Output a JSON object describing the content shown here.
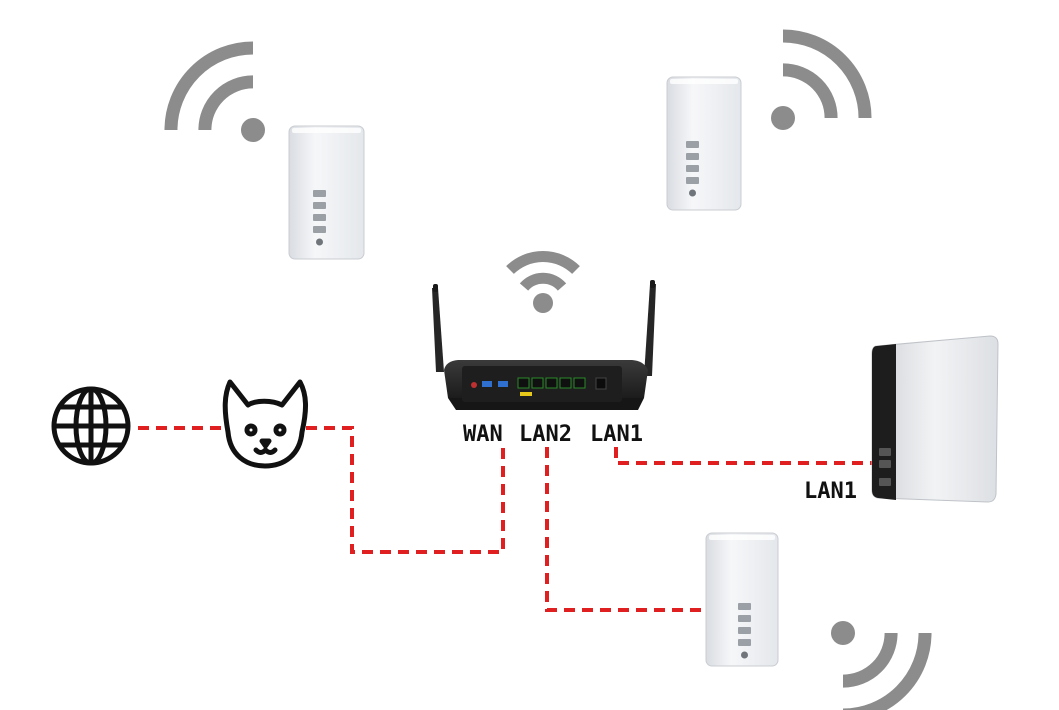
{
  "labels": {
    "wan": "WAN",
    "lan2": "LAN2",
    "lan1": "LAN1",
    "nas_lan1": "LAN1"
  },
  "colors": {
    "cable": "#e02020",
    "wifi": "#8c8c8c",
    "device_body": "#eef0f3",
    "router_body": "#2a2a2a",
    "icon_stroke": "#111111"
  },
  "icons": {
    "internet": "globe-icon",
    "modem": "cat-icon",
    "wifi": "wifi-icon"
  }
}
